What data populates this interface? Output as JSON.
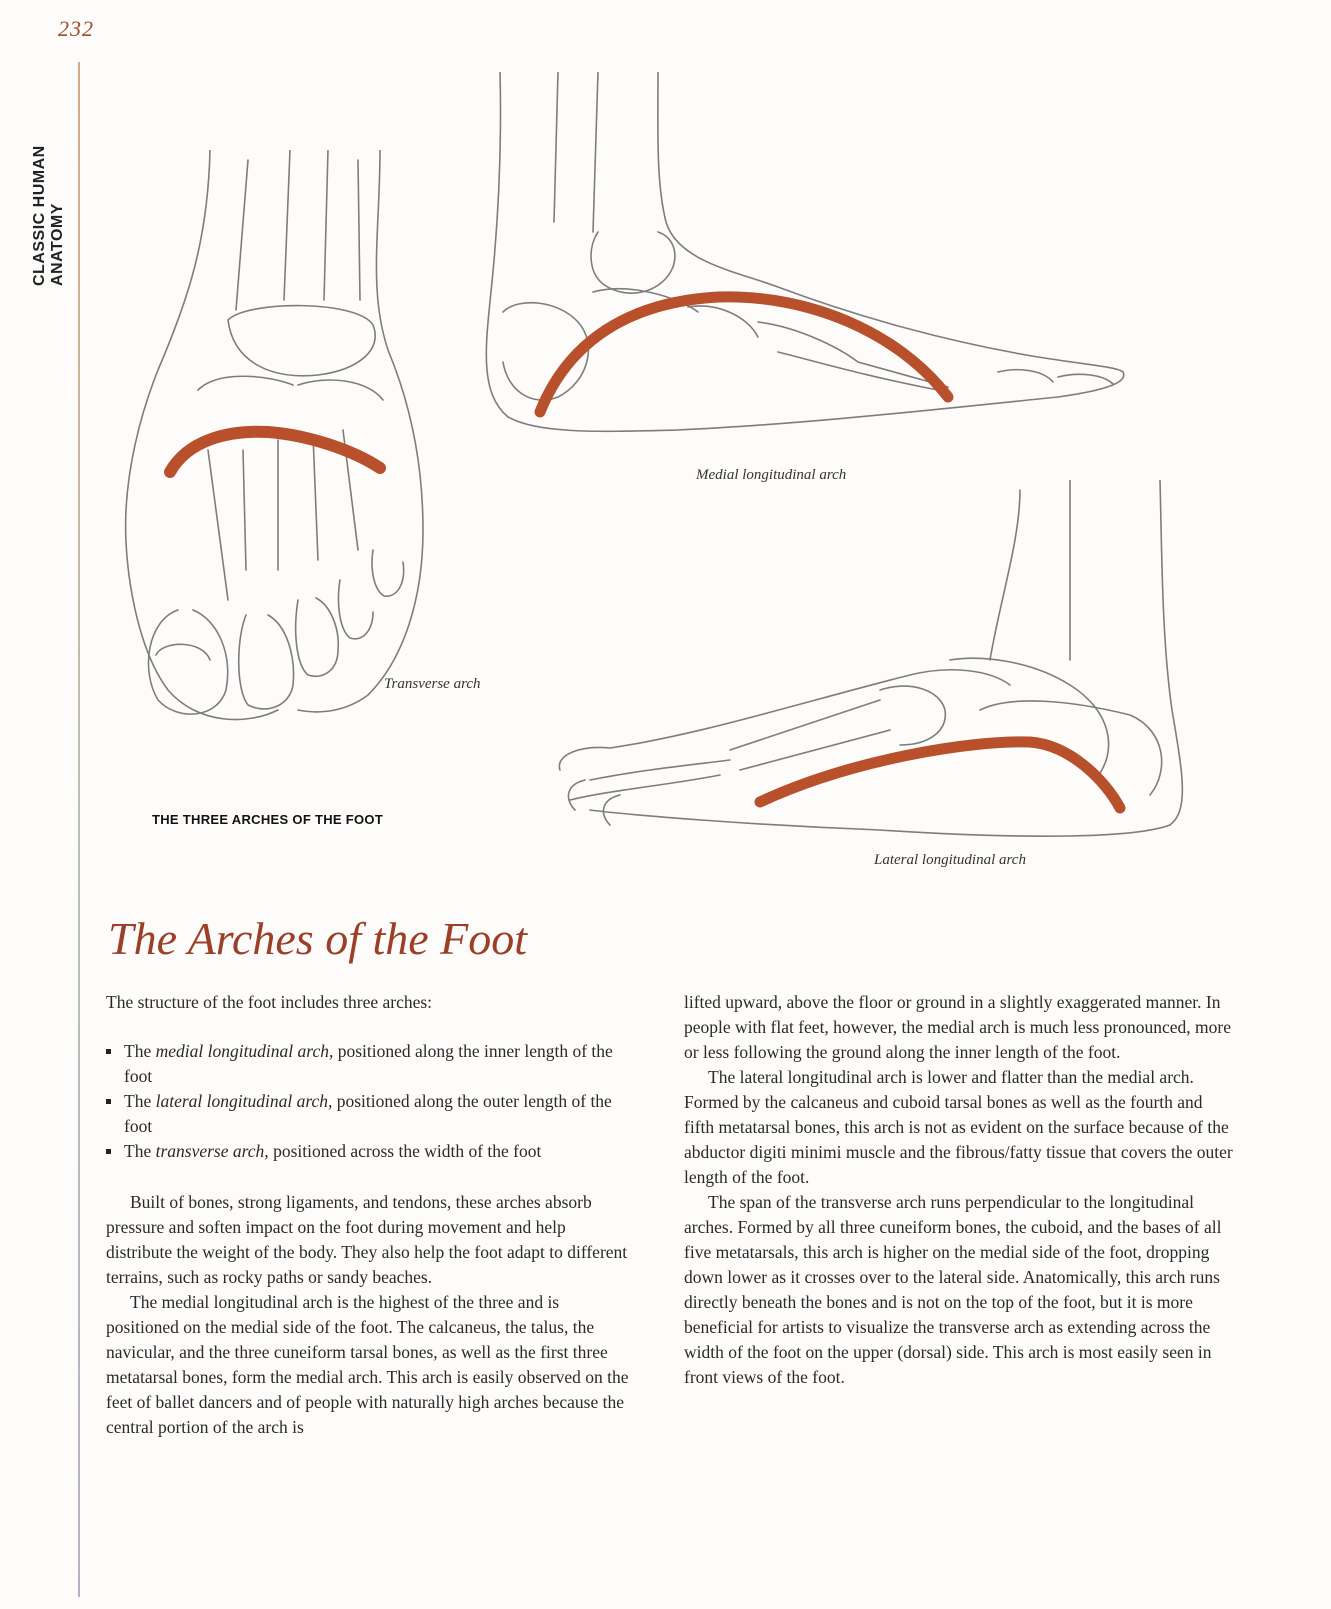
{
  "page": {
    "number": "232",
    "running_title": "CLASSIC HUMAN ANATOMY"
  },
  "figure": {
    "title": "THE THREE ARCHES OF THE FOOT",
    "captions": {
      "transverse": "Transverse arch",
      "medial": "Medial longitudinal arch",
      "lateral": "Lateral longitudinal arch"
    },
    "colors": {
      "arch_line": "#b8502c",
      "bone_line": "#7d7d7d"
    }
  },
  "section": {
    "title": "The Arches of the Foot",
    "intro": "The structure of the foot includes three arches:",
    "bullets": [
      {
        "pre": "The ",
        "term": "medial longitudinal arch,",
        "post": " positioned along the inner length of the foot"
      },
      {
        "pre": "The ",
        "term": "lateral longitudinal arch,",
        "post": " positioned along the outer length of the foot"
      },
      {
        "pre": "The ",
        "term": "transverse arch,",
        "post": " positioned across the width of the foot"
      }
    ],
    "paragraphs_left": [
      "Built of bones, strong ligaments, and tendons, these arches absorb pressure and soften impact on the foot during movement and help distribute the weight of the body. They also help the foot adapt to different terrains, such as rocky paths or sandy beaches.",
      "The medial longitudinal arch is the highest of the three and is positioned on the medial side of the foot. The calcaneus, the talus, the navicular, and the three cuneiform tarsal bones, as well as the first three metatarsal bones, form the medial arch. This arch is easily observed on the feet of ballet dancers and of people with naturally high arches because the central portion of the arch is"
    ],
    "paragraphs_right": [
      "lifted upward, above the floor or ground in a slightly exaggerated manner. In people with flat feet, however, the medial arch is much less pronounced, more or less following the ground along the inner length of the foot.",
      "The lateral longitudinal arch is lower and flatter than the medial arch. Formed by the calcaneus and cuboid tarsal bones as well as the fourth and fifth metatarsal bones, this arch is not as evident on the surface because of the abductor digiti minimi muscle and the fibrous/fatty tissue that covers the outer length of the foot.",
      "The span of the transverse arch runs perpendicular to the longitudinal arches. Formed by all three cuneiform bones, the cuboid, and the bases of all five metatarsals, this arch is higher on the medial side of the foot, dropping down lower as it crosses over to the lateral side. Anatomically, this arch runs directly beneath the bones and is not on the top of the foot, but it is more beneficial for artists to visualize the transverse arch as extending across the width of the foot on the upper (dorsal) side. This arch is most easily seen in front views of the foot."
    ]
  }
}
